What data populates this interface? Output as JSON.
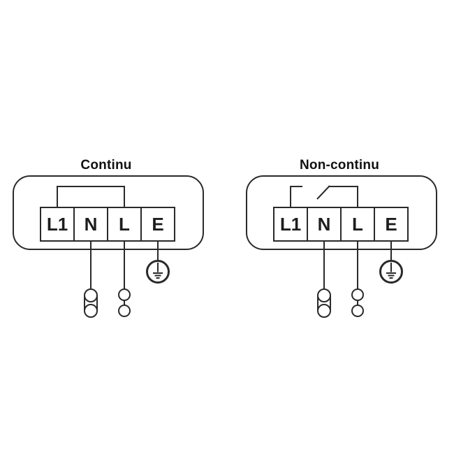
{
  "colors": {
    "line": "#2a2a2a",
    "label": "#1d1d1d",
    "background": "#ffffff"
  },
  "diagrams": [
    {
      "title": "Continu",
      "terminals": [
        "L1",
        "N",
        "L",
        "E"
      ],
      "bridge_icon": "jumper-link-icon",
      "bottom_icons": [
        "twin-wire-connector-icon",
        "wire-connector-icon",
        "protective-earth-icon"
      ]
    },
    {
      "title": "Non-continu",
      "terminals": [
        "L1",
        "N",
        "L",
        "E"
      ],
      "bridge_icon": "open-switch-icon",
      "bottom_icons": [
        "twin-wire-connector-icon",
        "wire-connector-icon",
        "protective-earth-icon"
      ]
    }
  ]
}
